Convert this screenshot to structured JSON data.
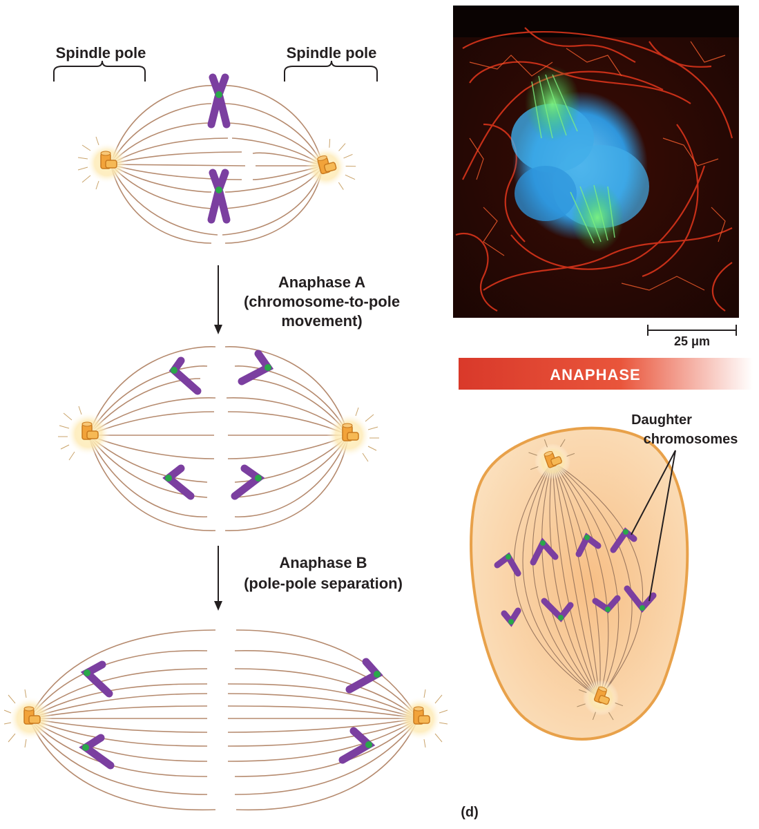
{
  "labels": {
    "spindle_pole_left": "Spindle pole",
    "spindle_pole_right": "Spindle pole",
    "anaphase_a_title": "Anaphase A",
    "anaphase_a_sub1": "(chromosome-to-pole",
    "anaphase_a_sub2": "movement)",
    "anaphase_b_title": "Anaphase B",
    "anaphase_b_sub": "(pole-pole separation)",
    "scale_bar": "25 μm",
    "banner": "ANAPHASE",
    "daughter_1": "Daughter",
    "daughter_2": "chromosomes",
    "panel_letter": "(d)"
  },
  "colors": {
    "spindle_fiber": "#b58a6e",
    "chromosome": "#7b3fa0",
    "centromere": "#2aa84a",
    "centrosome": "#f2a33a",
    "cell_fill": "#f9cf9a",
    "cell_border": "#e8a14a",
    "banner_start": "#d9392a",
    "banner_end": "#ffffff",
    "micrograph_actin": "#d8341b",
    "micrograph_dna": "#2fa6f0",
    "micrograph_tubulin": "#3ccc4a"
  },
  "icons": {
    "centrosome": "centriole-pair-icon",
    "chromosome": "chromosome-icon",
    "arrow": "down-arrow-icon"
  }
}
